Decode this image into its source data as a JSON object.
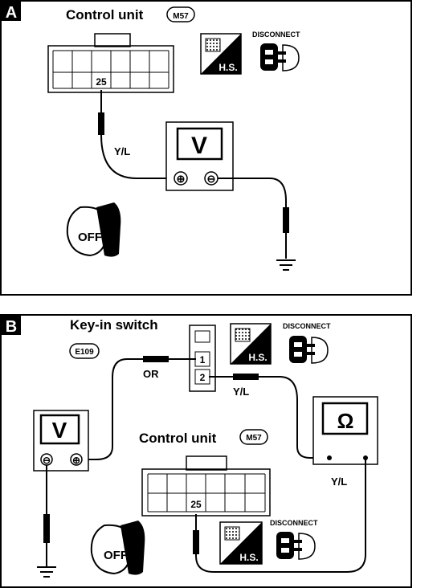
{
  "panels": [
    {
      "id": "A",
      "label": "A",
      "title": "Control unit",
      "connector_code": "M57",
      "hs_label": "H.S.",
      "disconnect_label": "DISCONNECT",
      "terminal": "25",
      "wire_label": "Y/L",
      "meter_symbol": "V",
      "key_label": "OFF"
    },
    {
      "id": "B",
      "label": "B",
      "title": "Key-in switch",
      "connector_code": "E109",
      "switch_terminals": [
        "1",
        "2"
      ],
      "wire_or_label": "OR",
      "wire_yl_label": "Y/L",
      "wire_yl2_label": "Y/L",
      "hs_label": "H.S.",
      "disconnect_label": "DISCONNECT",
      "meter_v_symbol": "V",
      "meter_ohm_symbol": "Ω",
      "control_unit_title": "Control unit",
      "control_unit_code": "M57",
      "terminal": "25",
      "hs2_label": "H.S.",
      "disconnect2_label": "DISCONNECT",
      "key_label": "OFF"
    }
  ],
  "polarity": {
    "plus": "⊕",
    "minus": "⊖"
  }
}
